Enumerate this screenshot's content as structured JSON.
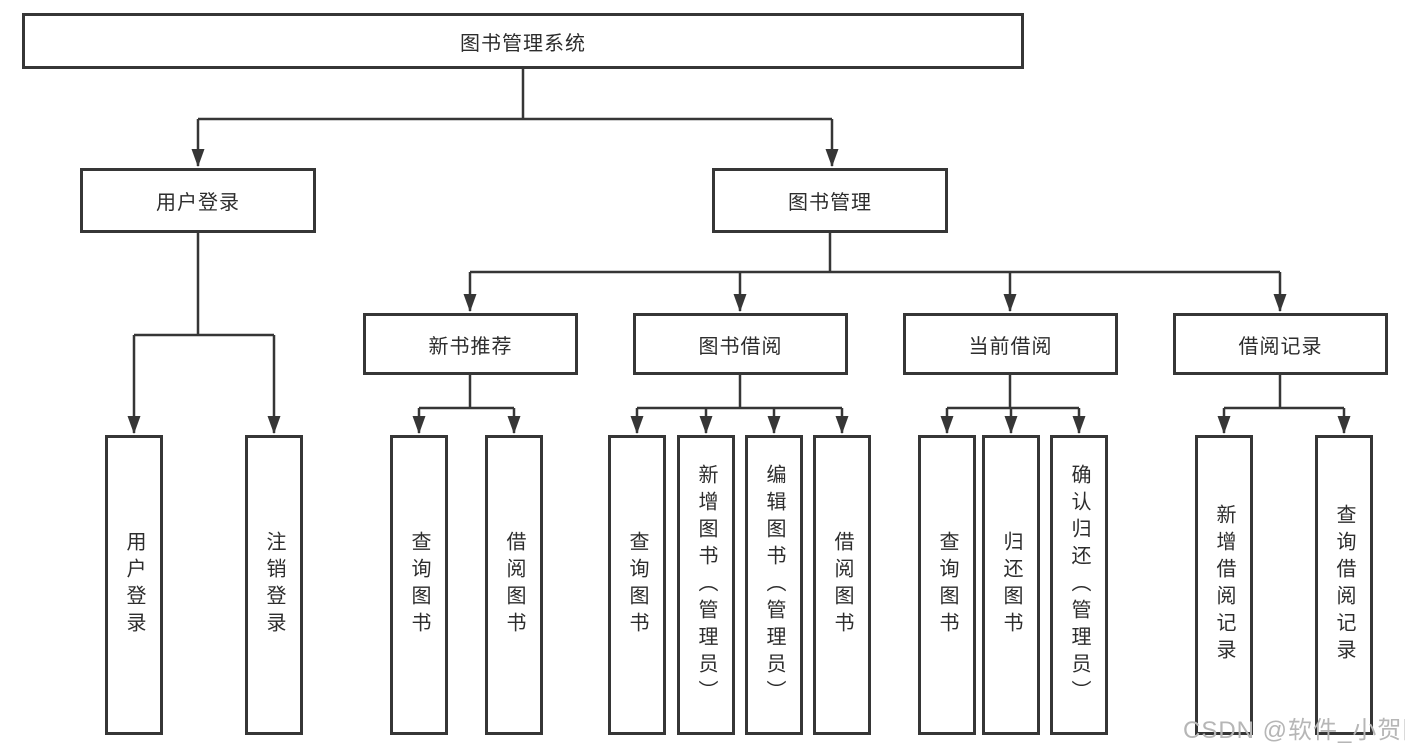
{
  "root": {
    "label": "图书管理系统"
  },
  "user_login": {
    "label": "用户登录",
    "children": [
      {
        "label": "用户登录"
      },
      {
        "label": "注销登录"
      }
    ]
  },
  "book_mgmt": {
    "label": "图书管理"
  },
  "modules": [
    {
      "label": "新书推荐",
      "children": [
        {
          "label": "查询图书"
        },
        {
          "label": "借阅图书"
        }
      ]
    },
    {
      "label": "图书借阅",
      "children": [
        {
          "label": "查询图书"
        },
        {
          "label": "新增图书（管理员）"
        },
        {
          "label": "编辑图书（管理员）"
        },
        {
          "label": "借阅图书"
        }
      ]
    },
    {
      "label": "当前借阅",
      "children": [
        {
          "label": "查询图书"
        },
        {
          "label": "归还图书"
        },
        {
          "label": "确认归还（管理员）"
        }
      ]
    },
    {
      "label": "借阅记录",
      "children": [
        {
          "label": "新增借阅记录"
        },
        {
          "label": "查询借阅记录"
        }
      ]
    }
  ],
  "watermark": "CSDN @软件_小贺同学",
  "colors": {
    "line": "#363636",
    "text": "#2d2d2d",
    "watermark": "#b6b6b6",
    "background": "#ffffff"
  }
}
